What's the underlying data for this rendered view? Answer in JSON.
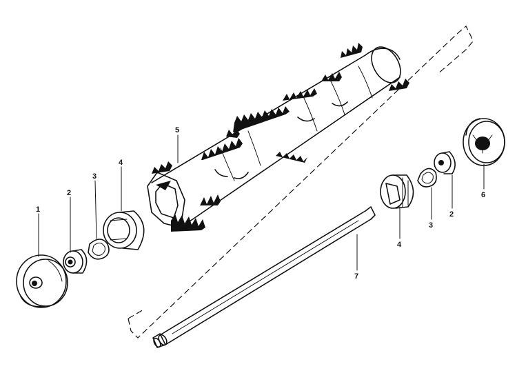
{
  "diagram": {
    "ink_color": "#111111",
    "background": "#ffffff",
    "callouts": [
      {
        "id": "c1",
        "label": "1"
      },
      {
        "id": "c2a",
        "label": "2"
      },
      {
        "id": "c3a",
        "label": "3"
      },
      {
        "id": "c4a",
        "label": "4"
      },
      {
        "id": "c5",
        "label": "5"
      },
      {
        "id": "c4b",
        "label": "4"
      },
      {
        "id": "c3b",
        "label": "3"
      },
      {
        "id": "c2b",
        "label": "2"
      },
      {
        "id": "c6",
        "label": "6"
      },
      {
        "id": "c7",
        "label": "7"
      }
    ]
  }
}
